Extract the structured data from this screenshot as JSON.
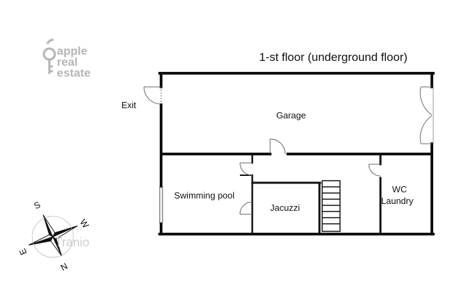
{
  "logo": {
    "lines": [
      "apple",
      "real",
      "estate"
    ],
    "icon": "key-icon"
  },
  "floor_title": "1-st floor (underground floor)",
  "rooms": {
    "garage": "Garage",
    "swimming_pool": "Swimming pool",
    "jacuzzi": "Jacuzzi",
    "wc_laundry": [
      "WC",
      "Laundry"
    ]
  },
  "exit_label": "Exit",
  "compass": {
    "labels": [
      "S",
      "W",
      "E",
      "N"
    ],
    "icon": "compass-rose-icon"
  },
  "watermark": "Tranio",
  "colors": {
    "wall": "#111111",
    "logo": "#b5b5b5",
    "watermark": "#c8c8c8",
    "door": "#666666"
  }
}
